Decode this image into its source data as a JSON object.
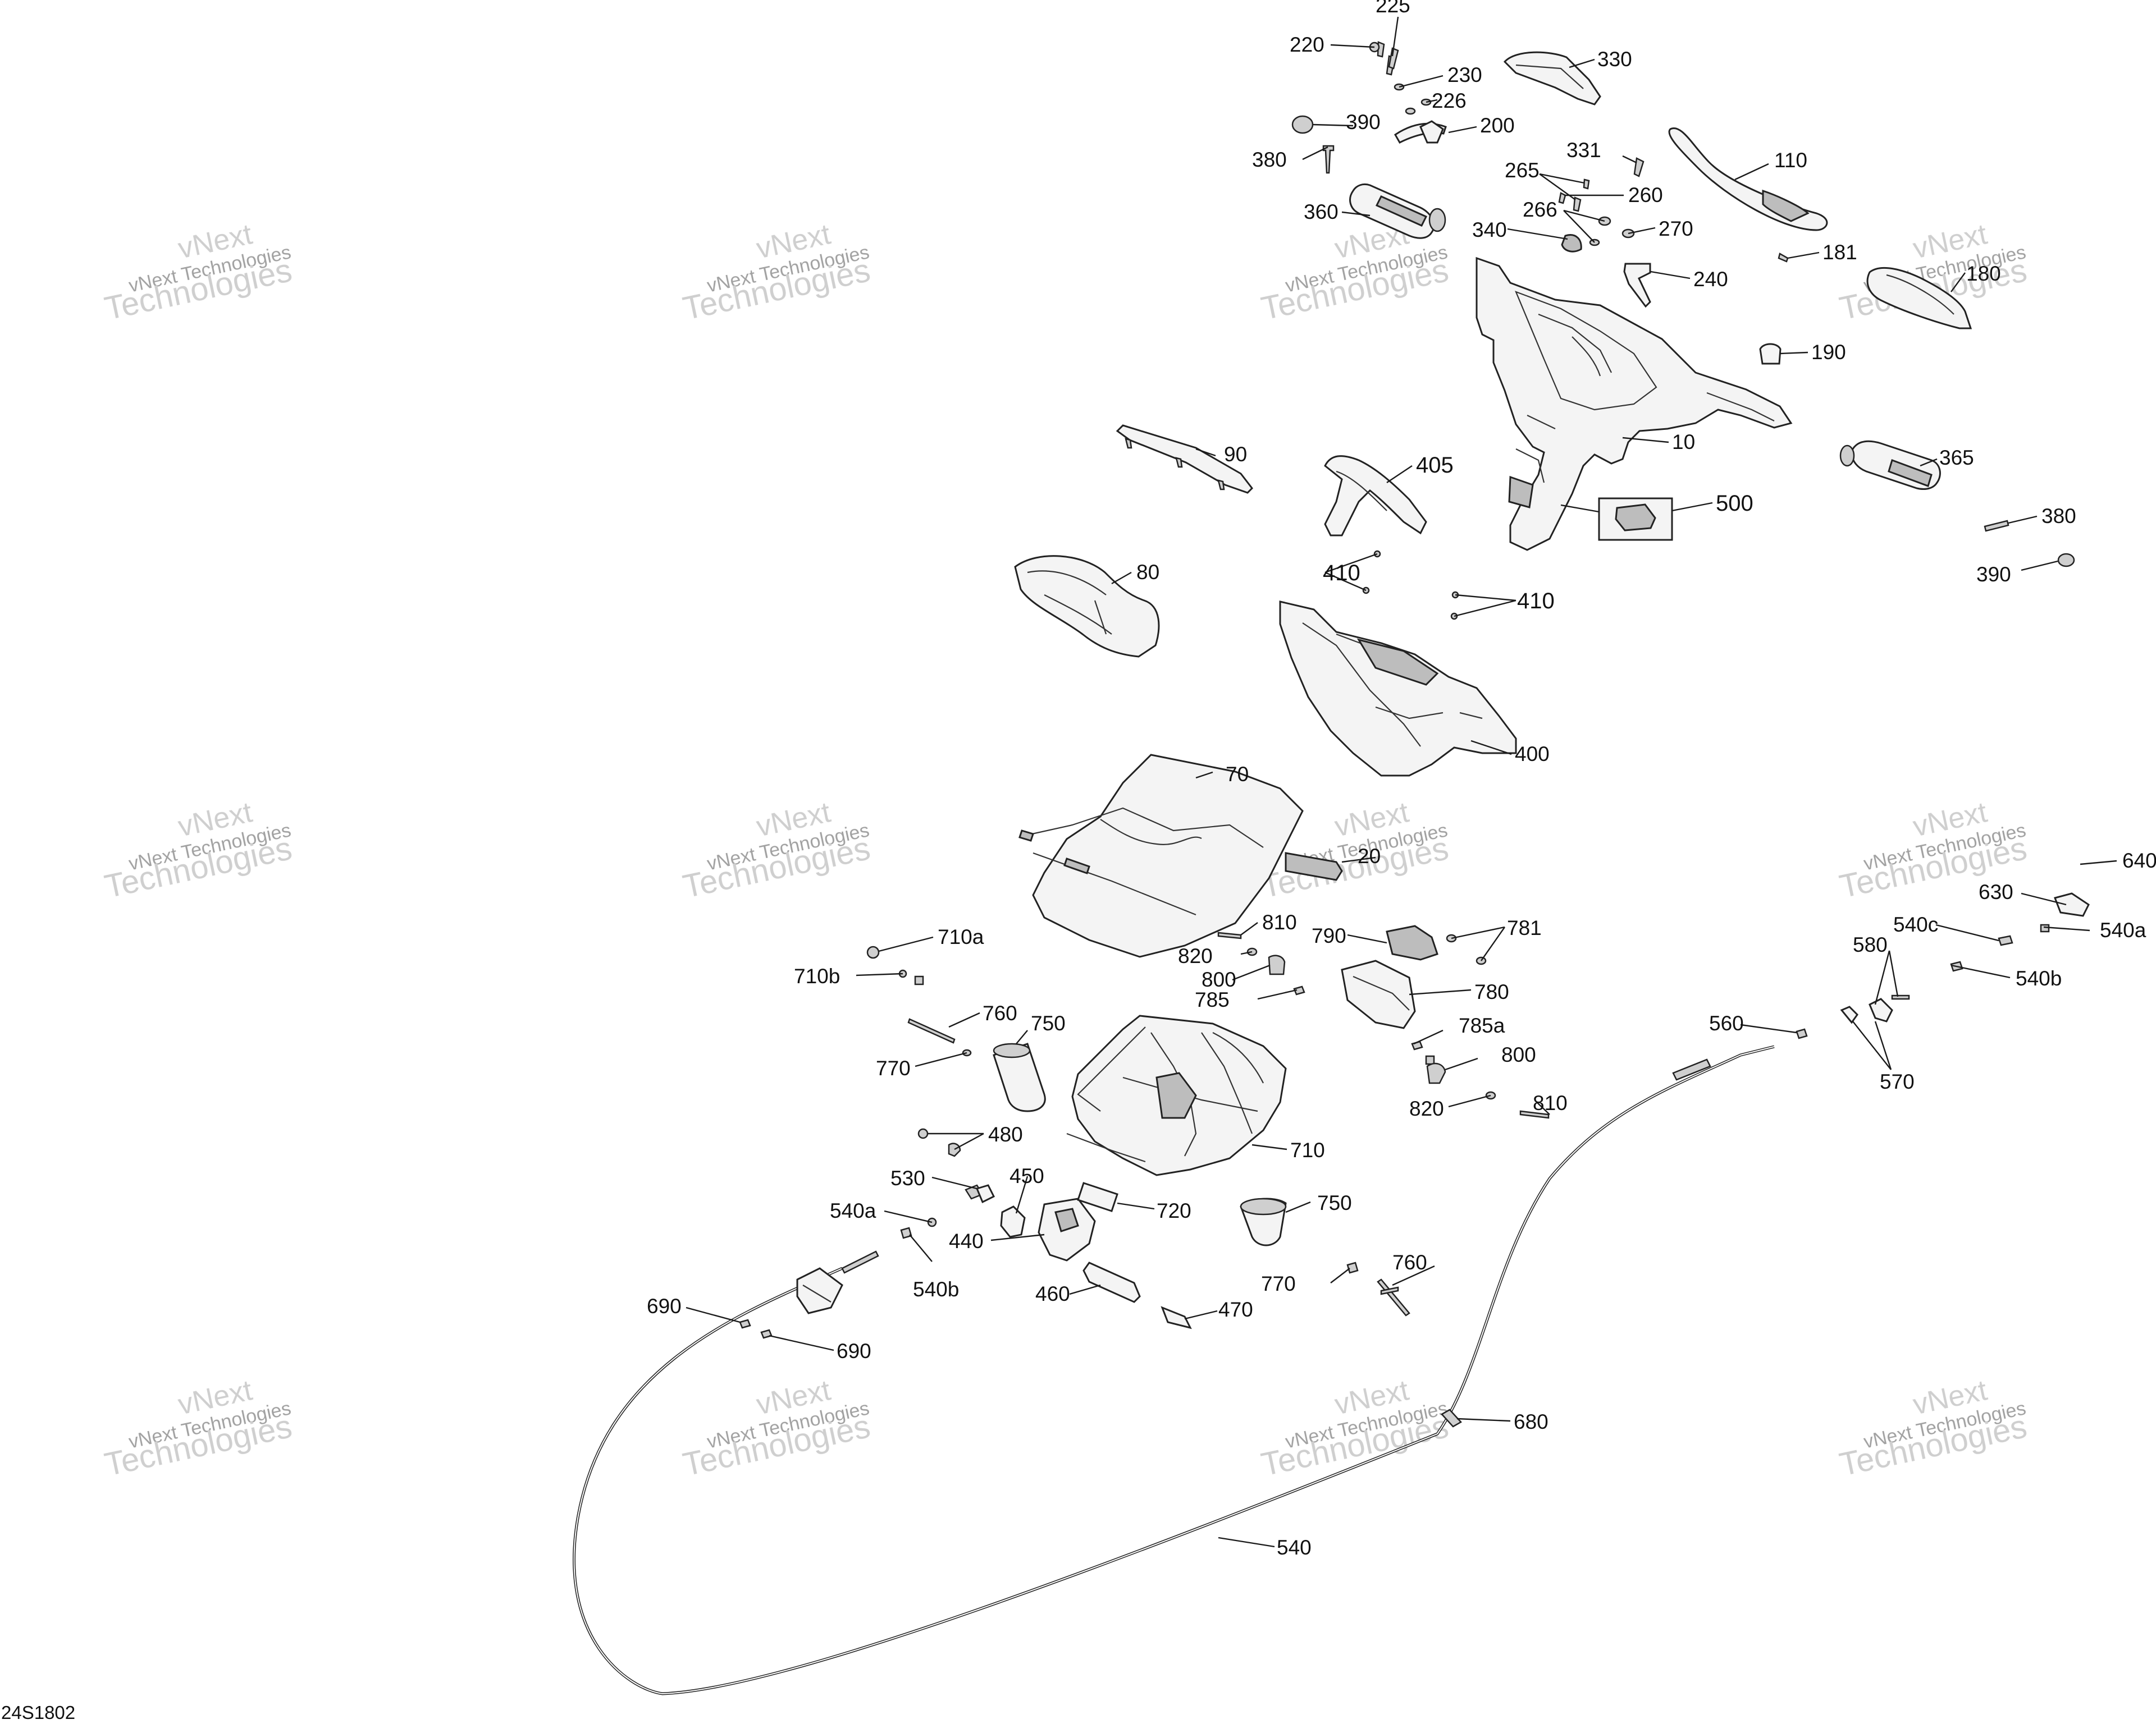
{
  "diagram_code": "24S1802",
  "watermark": {
    "line1": "vNext",
    "line2": "vNext Technologies",
    "line3": "Technologies"
  },
  "callouts": {
    "c225": "225",
    "c220": "220",
    "c230": "230",
    "c330": "330",
    "c226": "226",
    "c390a": "390",
    "c200": "200",
    "c380a": "380",
    "c331": "331",
    "c110": "110",
    "c265": "265",
    "c260": "260",
    "c360": "360",
    "c266": "266",
    "c270": "270",
    "c340": "340",
    "c181": "181",
    "c240": "240",
    "c180": "180",
    "c190": "190",
    "c10": "10",
    "c90": "90",
    "c405": "405",
    "c365": "365",
    "c500": "500",
    "c380b": "380",
    "c410a": "410",
    "c410b": "410",
    "c390b": "390",
    "c80": "80",
    "c400": "400",
    "c70": "70",
    "c20": "20",
    "c640": "640",
    "c630": "630",
    "c810a": "810",
    "c710a": "710a",
    "c820a": "820",
    "c790": "790",
    "c781": "781",
    "c540c": "540c",
    "c540a_r": "540a",
    "c710b": "710b",
    "c800a": "800",
    "c780": "780",
    "c580": "580",
    "c540b_r": "540b",
    "c785": "785",
    "c760a": "760",
    "c750a": "750",
    "c785a": "785a",
    "c560": "560",
    "c570": "570",
    "c770a": "770",
    "c800b": "800",
    "c820b": "820",
    "c810b": "810",
    "c480": "480",
    "c710": "710",
    "c450": "450",
    "c530": "530",
    "c720": "720",
    "c750b": "750",
    "c540a_l": "540a",
    "c440": "440",
    "c540b_l": "540b",
    "c760b": "760",
    "c770b": "770",
    "c460": "460",
    "c470": "470",
    "c690a": "690",
    "c690b": "690",
    "c680": "680",
    "c540": "540"
  }
}
